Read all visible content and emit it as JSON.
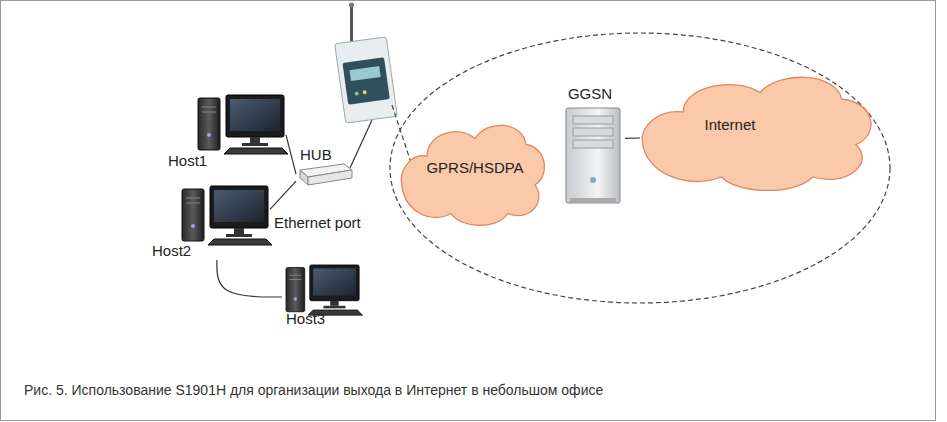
{
  "diagram": {
    "caption": "Рис. 5. Использование S1901H для организации выхода в Интернет в небольшом офисе",
    "nodes": [
      {
        "text": [
          "Host1"
        ]
      },
      {
        "text": [
          "HUB"
        ]
      },
      {
        "text": [
          "Host2"
        ]
      },
      {
        "text": [
          "Host3"
        ]
      },
      {
        "text": [
          "GPRS/HSDPA"
        ]
      },
      {
        "text": [
          "GGSN"
        ]
      },
      {
        "text": [
          "Internet"
        ]
      }
    ],
    "edges": [
      {
        "from": 0,
        "to": 1,
        "arrow": "none"
      },
      {
        "from": 2,
        "to": 1,
        "arrow": "none"
      },
      {
        "from": 2,
        "to": 3,
        "arrow": "none"
      },
      {
        "from": 5,
        "to": 6,
        "arrow": "none"
      }
    ],
    "labels": [
      "Ethernet port"
    ]
  }
}
